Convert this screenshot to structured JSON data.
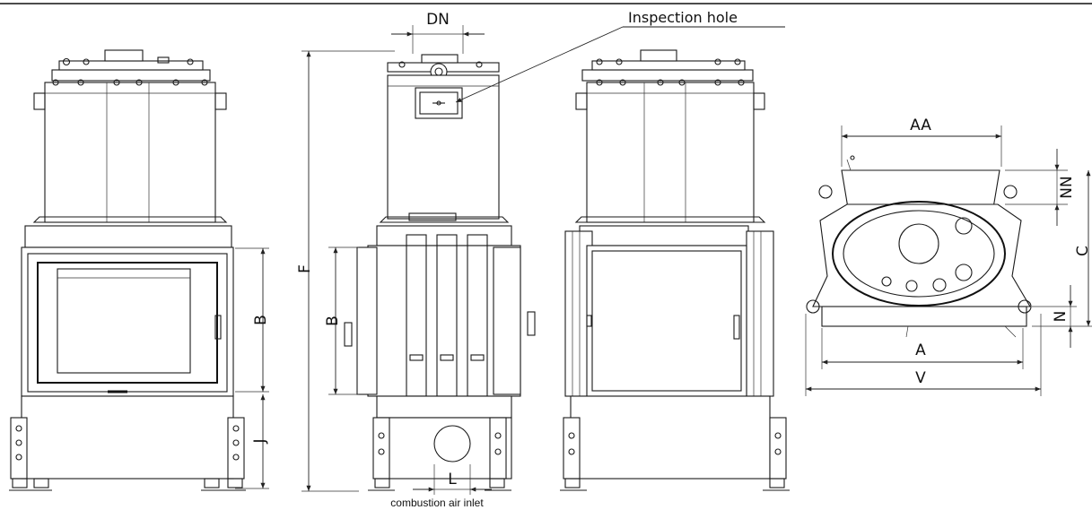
{
  "labels": {
    "inspection_hole": "Inspection hole",
    "combustion_air_inlet": "combustion air inlet",
    "DN": "DN",
    "F": "F",
    "B_front": "B",
    "J": "J",
    "B_side": "B",
    "L": "L",
    "AA": "AA",
    "NN": "NN",
    "C": "C",
    "N": "N",
    "A": "A",
    "V": "V"
  }
}
